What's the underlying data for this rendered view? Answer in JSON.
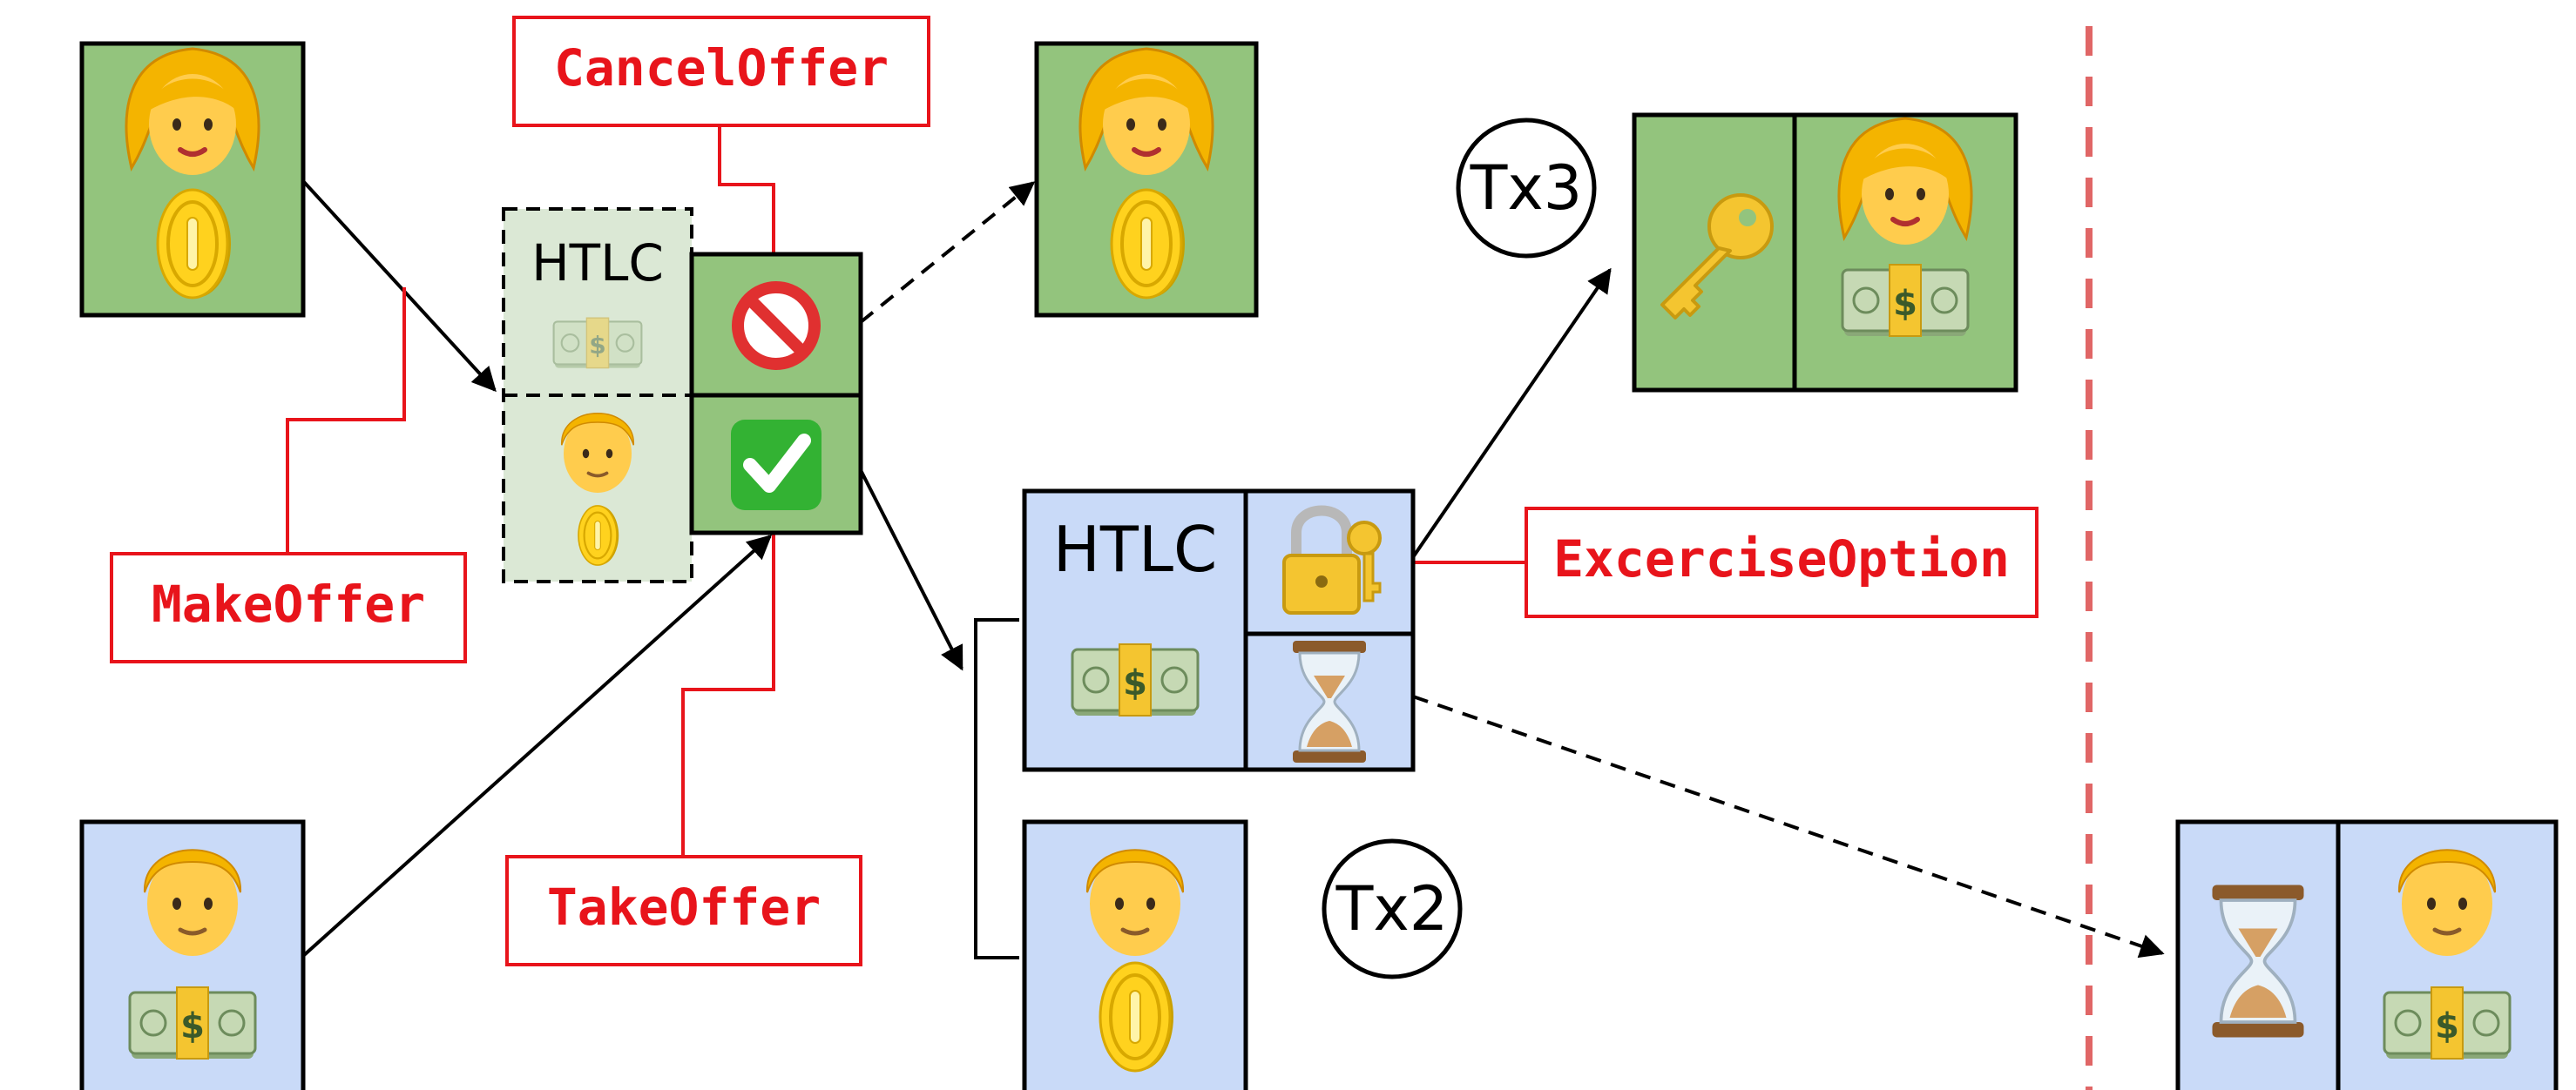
{
  "labels": {
    "cancel_offer": "CancelOffer",
    "make_offer": "MakeOffer",
    "take_offer": "TakeOffer",
    "exercise_option": "ExcerciseOption"
  },
  "htlc_offer": {
    "title": "HTLC"
  },
  "htlc_option": {
    "title": "HTLC"
  },
  "tx": {
    "tx2": "Tx2",
    "tx3": "Tx3"
  },
  "colors": {
    "green_box": "#93c47d",
    "green_light": "#dbe8d5",
    "blue_box": "#c9daf8",
    "label_red": "#e8141b",
    "divider_red": "#e06666"
  },
  "icons": [
    "woman-icon",
    "man-icon",
    "coin-icon",
    "money-icon",
    "prohibited-icon",
    "check-icon",
    "padlock-key-icon",
    "hourglass-icon",
    "key-icon"
  ]
}
